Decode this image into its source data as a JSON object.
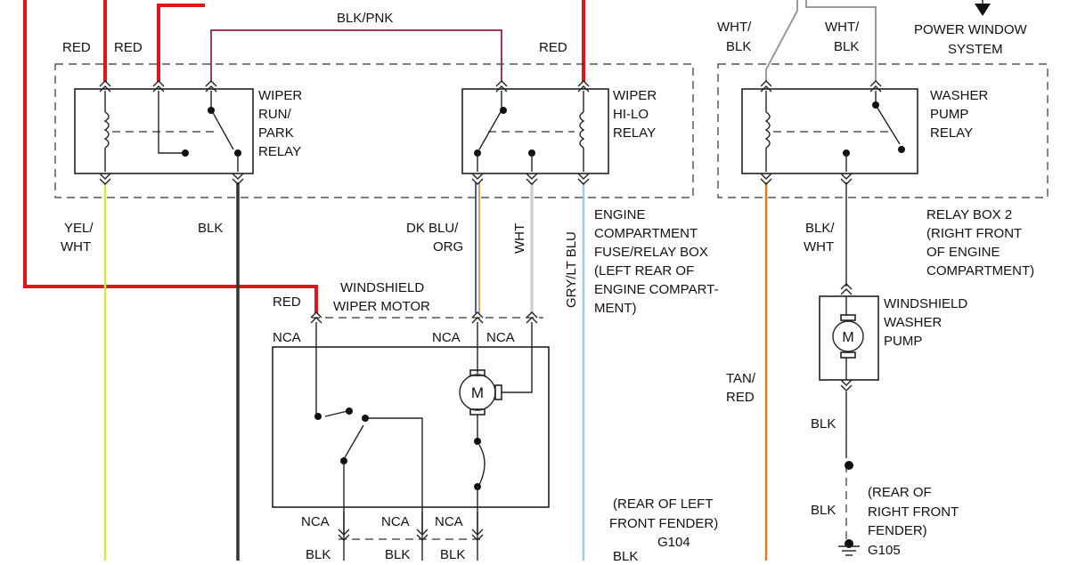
{
  "title_partial": "POWER WINDOW SYSTEM",
  "wire_labels": {
    "red_a": "RED",
    "red_b": "RED",
    "red_c": "RED",
    "red_motor": "RED",
    "blk_pnk": "BLK/PNK",
    "wht_blk_a": "WHT/ BLK",
    "wht_blk_b": "WHT/ BLK",
    "yel_wht": "YEL/ WHT",
    "blk_1": "BLK",
    "dk_blu_org": "DK BLU/ ORG",
    "wht": "WHT",
    "gry_lt_blu": "GRY/LT BLU",
    "blk_wht": "BLK/ WHT",
    "tan_red": "TAN/ RED",
    "blk_2": "BLK",
    "blk_3": "BLK",
    "blk_b1": "BLK",
    "blk_b2": "BLK",
    "blk_b3": "BLK",
    "blk_b4": "BLK"
  },
  "components": {
    "wiper_run_park_relay": "WIPER RUN/ PARK RELAY",
    "wiper_hi_lo_relay": "WIPER HI-LO RELAY",
    "washer_pump_relay": "WASHER PUMP RELAY",
    "engine_box": "ENGINE COMPARTMENT FUSE/RELAY BOX (LEFT REAR OF ENGINE COMPART- MENT)",
    "relay_box_2": "RELAY BOX 2 (RIGHT FRONT OF ENGINE COMPARTMENT)",
    "wiper_motor": "WINDSHIELD WIPER MOTOR",
    "washer_pump": "WINDSHIELD WASHER PUMP",
    "motor_symbol": "M"
  },
  "connectors": {
    "nca_1": "NCA",
    "nca_2": "NCA",
    "nca_3": "NCA",
    "nca_4": "NCA",
    "nca_5": "NCA",
    "nca_6": "NCA"
  },
  "grounds": {
    "g104_loc": "(REAR OF LEFT FRONT FENDER)",
    "g104": "G104",
    "g105_loc": "(REAR OF RIGHT FRONT FENDER)",
    "g105": "G105"
  },
  "colors": {
    "red": "#e0151b",
    "black": "#333333",
    "yellow": "#d6e85a",
    "dk_blue": "#4a5fb0",
    "orange": "#d97a2b",
    "white_wire": "#cfcfcf",
    "lt_blue": "#8fd3e0",
    "pink": "#9a3a6a",
    "gray": "#9a9a9a"
  }
}
